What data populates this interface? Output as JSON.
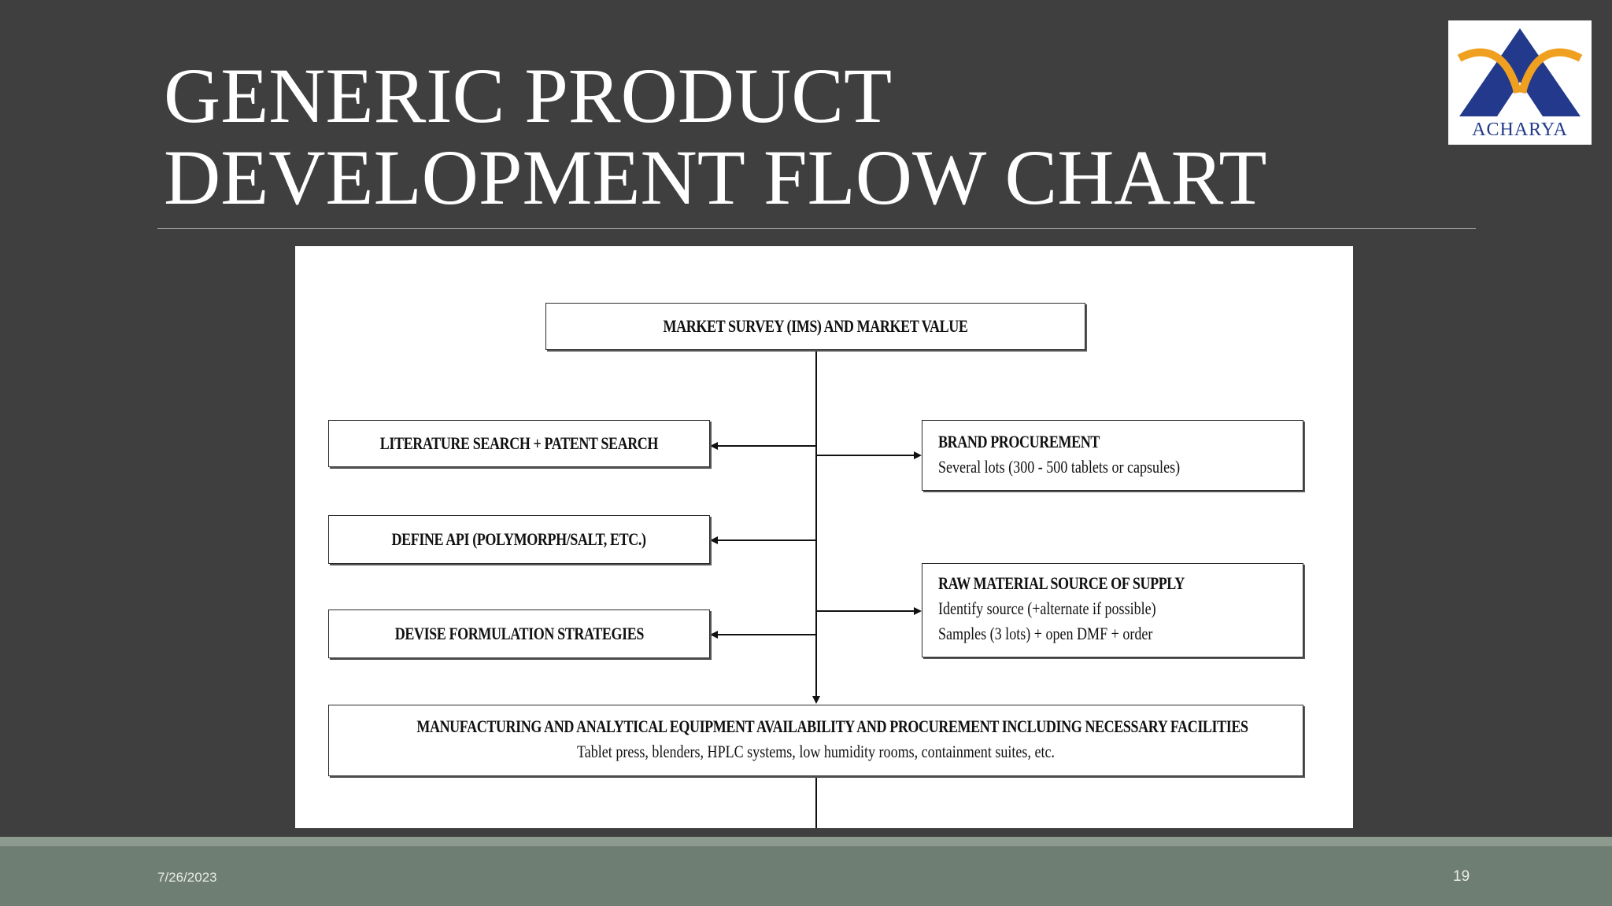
{
  "slide": {
    "title_line1": "GENERIC PRODUCT",
    "title_line2": "DEVELOPMENT FLOW CHART",
    "logo_text": "ACHARYA",
    "date": "7/26/2023",
    "page_number": "19"
  },
  "flow": {
    "top": "MARKET SURVEY (IMS) AND MARKET VALUE",
    "left": [
      "LITERATURE SEARCH + PATENT SEARCH",
      "DEFINE API (POLYMORPH/SALT, ETC.)",
      "DEVISE FORMULATION STRATEGIES"
    ],
    "brand": {
      "title": "BRAND PROCUREMENT",
      "line1": "Several lots (300 - 500 tablets or capsules)"
    },
    "raw": {
      "title": "RAW MATERIAL SOURCE OF SUPPLY",
      "line1": "Identify source (+alternate if possible)",
      "line2": "Samples (3 lots) + open DMF + order"
    },
    "bottom": {
      "title": "MANUFACTURING AND ANALYTICAL EQUIPMENT AVAILABILITY AND PROCUREMENT INCLUDING NECESSARY FACILITIES",
      "line1": "Tablet press, blenders, HPLC systems, low humidity rooms, containment suites, etc."
    }
  },
  "colors": {
    "background": "#3f3f3f",
    "footer": "#6e7e72",
    "logo_blue": "#233a8c",
    "logo_orange": "#f0a020"
  }
}
